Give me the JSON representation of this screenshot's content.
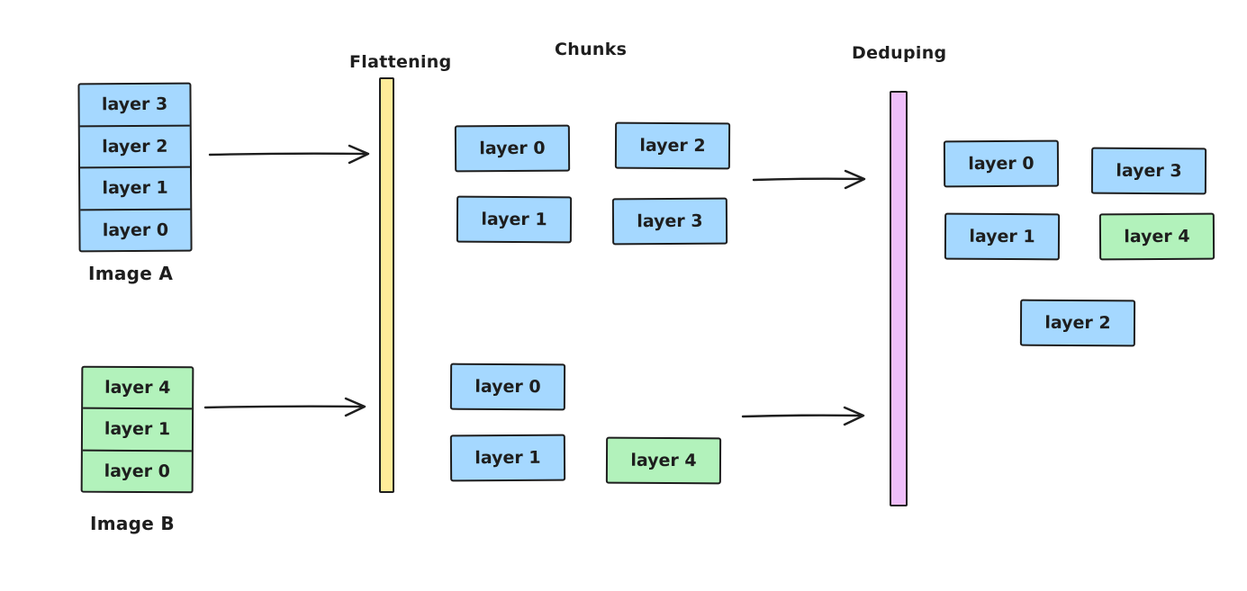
{
  "labels": {
    "flattening": "Flattening",
    "chunks": "Chunks",
    "deduping": "Deduping"
  },
  "stacks": [
    {
      "name": "Image A",
      "color": "#a5d8ff",
      "layers": [
        "layer 3",
        "layer 2",
        "layer 1",
        "layer 0"
      ]
    },
    {
      "name": "Image B",
      "color": "#b2f2bb",
      "layers": [
        "layer 4",
        "layer 1",
        "layer 0"
      ]
    }
  ],
  "chunks": {
    "from_image_a": [
      "layer 0",
      "layer 2",
      "layer 1",
      "layer 3"
    ],
    "from_image_b": [
      "layer 0",
      "layer 1",
      "layer 4"
    ]
  },
  "deduped": [
    "layer 0",
    "layer 3",
    "layer 1",
    "layer 4",
    "layer 2"
  ],
  "colors": {
    "layer_blue": "#a5d8ff",
    "layer_green": "#b2f2bb",
    "flattening_bar": "#ffec99",
    "deduping_bar": "#eebefa",
    "stroke": "#1e1e1e"
  }
}
